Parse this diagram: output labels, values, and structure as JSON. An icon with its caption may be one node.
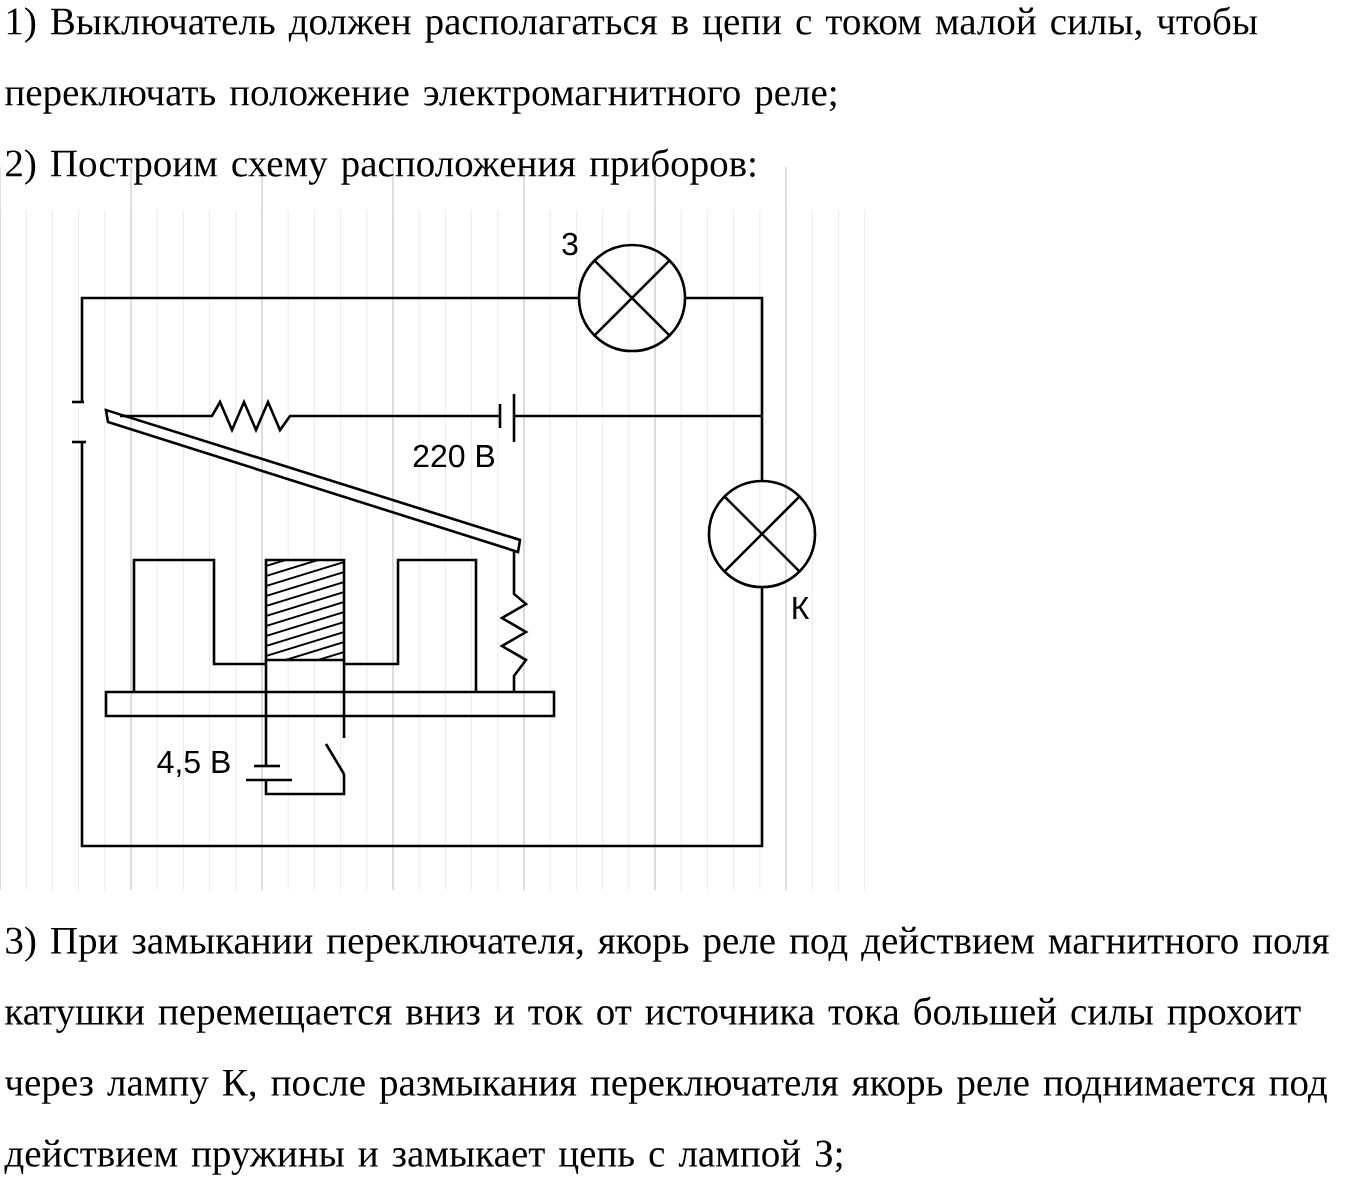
{
  "diagram": {
    "labels": [
      "1) Выключатель должен располагаться в цепи с током малой силы, чтобы переключать положение электромагнитного реле;",
      "2) Построим схему расположения приборов:",
      "3",
      "220 В",
      "К",
      "4,5 В",
      "3) При замыкании переключателя, якорь реле под действием магнитного поля катушки перемещается вниз и ток от источника тока большей силы прохоит через лампу К, после размыкания переключателя якорь реле поднимается под действием пружины и замыкает цепь с лампой З;"
    ]
  }
}
